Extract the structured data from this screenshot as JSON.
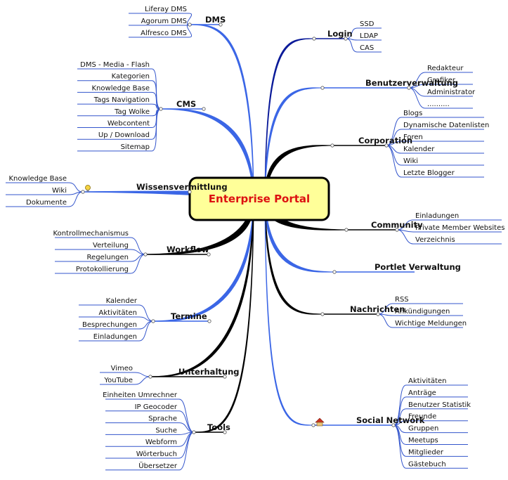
{
  "center": {
    "label": "Enterprise Portal"
  },
  "colors": {
    "blue": "#3b66e6",
    "black": "#000000",
    "navy": "#0a1a99",
    "leaf_blue": "#3355cc",
    "center_fill": "#ffff99",
    "center_text": "#dd1111"
  },
  "branches": [
    {
      "id": "dms",
      "label": "DMS",
      "side": "left",
      "color": "blue",
      "items": [
        "Liferay DMS",
        "Agorum DMS",
        "Alfresco DMS"
      ]
    },
    {
      "id": "cms",
      "label": "CMS",
      "side": "left",
      "color": "blue",
      "items": [
        "DMS - Media - Flash",
        "Kategorien",
        "Knowledge Base",
        "Tags Navigation",
        "Tag Wolke",
        "Webcontent",
        "Up / Download",
        "Sitemap"
      ]
    },
    {
      "id": "wissen",
      "label": "Wissensvermittlung",
      "side": "left",
      "color": "blue",
      "icon": "lightbulb-icon",
      "items": [
        "Knowledge Base",
        "Wiki",
        "Dokumente"
      ]
    },
    {
      "id": "workflow",
      "label": "Workflow",
      "side": "left",
      "color": "black",
      "items": [
        "Kontrollmechanismus",
        "Verteilung",
        "Regelungen",
        "Protokollierung"
      ]
    },
    {
      "id": "termine",
      "label": "Termine",
      "side": "left",
      "color": "blue",
      "items": [
        "Kalender",
        "Aktivitäten",
        "Besprechungen",
        "Einladungen"
      ]
    },
    {
      "id": "unterhaltung",
      "label": "Unterhaltung",
      "side": "left",
      "color": "black",
      "items": [
        "Vimeo",
        "YouTube"
      ]
    },
    {
      "id": "tools",
      "label": "Tools",
      "side": "left",
      "color": "black",
      "items": [
        "Einheiten Umrechner",
        "IP Geocoder",
        "Sprache",
        "Suche",
        "Webform",
        "Wörterbuch",
        "Übersetzer"
      ]
    },
    {
      "id": "login",
      "label": "Login",
      "side": "right",
      "color": "navy",
      "items": [
        "SSD",
        "LDAP",
        "CAS"
      ]
    },
    {
      "id": "benutzer",
      "label": "Benutzerverwaltung",
      "side": "right",
      "color": "blue",
      "items": [
        "Redakteur",
        "Grafiker",
        "Administrator",
        ".........."
      ]
    },
    {
      "id": "corporation",
      "label": "Corporation",
      "side": "right",
      "color": "black",
      "items": [
        "Blogs",
        "Dynamische Datenlisten",
        "Foren",
        "Kalender",
        "Wiki",
        "Letzte Blogger"
      ]
    },
    {
      "id": "community",
      "label": "Community",
      "side": "right",
      "color": "black",
      "items": [
        "Einladungen",
        "Private Member Websites",
        "Verzeichnis"
      ]
    },
    {
      "id": "portlet",
      "label": "Portlet Verwaltung",
      "side": "right",
      "color": "blue",
      "items": []
    },
    {
      "id": "nachrichten",
      "label": "Nachrichten",
      "side": "right",
      "color": "black",
      "items": [
        "RSS",
        "Ankündigungen",
        "Wichtige Meldungen"
      ]
    },
    {
      "id": "social",
      "label": "Social Network",
      "side": "right",
      "color": "blue",
      "icon": "house-icon",
      "items": [
        "Aktivitäten",
        "Anträge",
        "Benutzer Statistik",
        "Freunde",
        "Gruppen",
        "Meetups",
        "Mitglieder",
        "Gästebuch"
      ]
    }
  ]
}
